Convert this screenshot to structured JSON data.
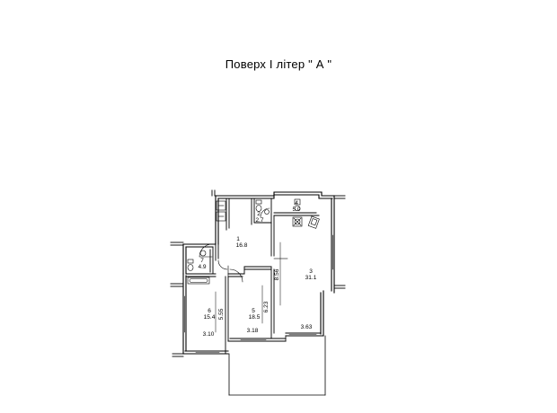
{
  "title": "Поверх  І  літер \" А \"",
  "rooms": [
    {
      "number": "1",
      "area": "16.8"
    },
    {
      "number": "2",
      "area": "2.7"
    },
    {
      "number": "3",
      "area": "31.1"
    },
    {
      "number": "4",
      "area": "5.0"
    },
    {
      "number": "5",
      "area": "18.5"
    },
    {
      "number": "6",
      "area": "15.4"
    },
    {
      "number": "7",
      "area": "4.9"
    }
  ],
  "dimensions": [
    "8.56",
    "6.23",
    "5.55",
    "3.63",
    "3.18",
    "3.10"
  ]
}
